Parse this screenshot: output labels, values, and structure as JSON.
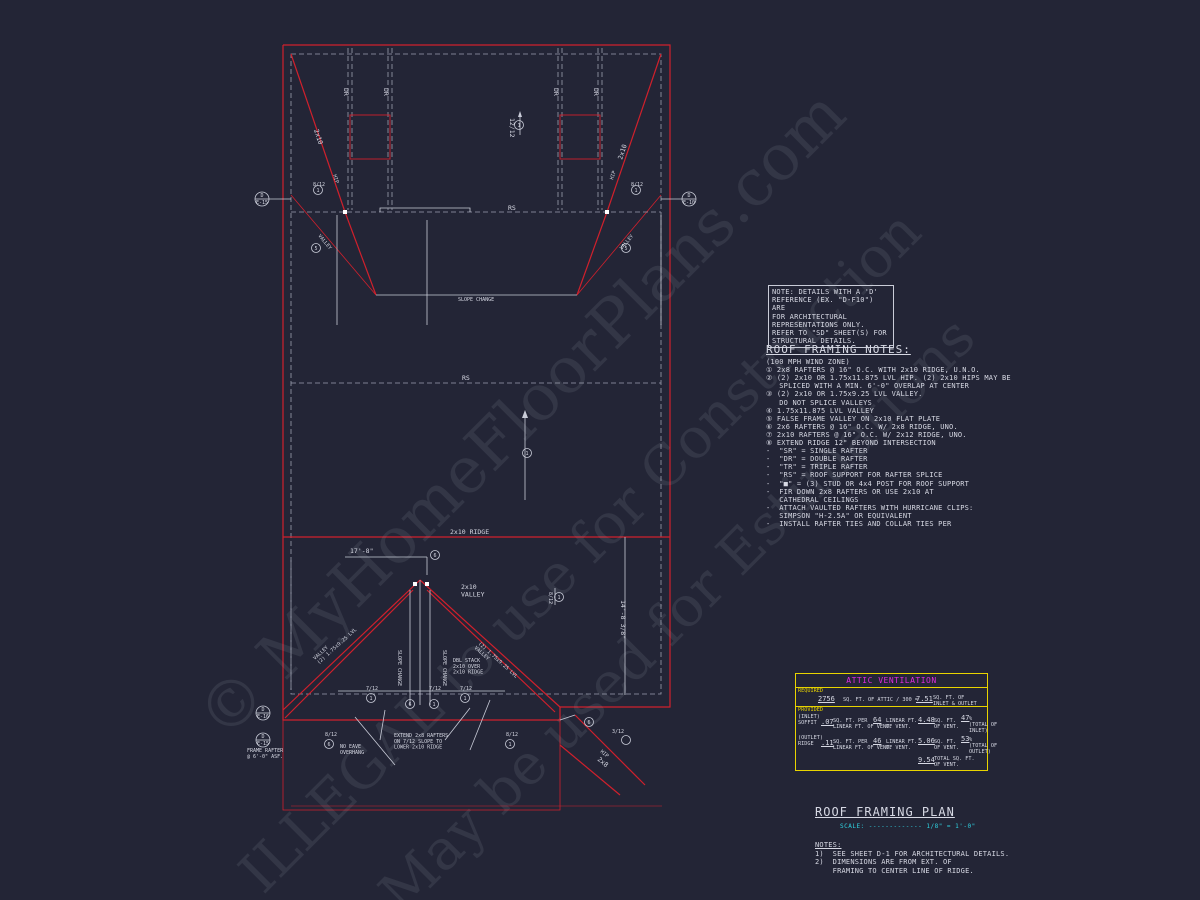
{
  "plan": {
    "member_labels": {
      "top_left_2x10": "2x10",
      "top_right_2x10": "2x10",
      "dr1": "DR",
      "dr2": "DR",
      "dr3": "DR",
      "dr4": "DR",
      "rs_upper": "RS",
      "rs_mid": "RS",
      "slope_change_upper": "SLOPE CHANGE",
      "ridge_2x10": "2x10 RIDGE",
      "valley_left": "VALLEY",
      "valley_right": "VALLEY",
      "hip_left": "HIP",
      "hip_right": "HIP",
      "dim_left": "8/12",
      "dim_right": "8/12",
      "pitch_top": "12/12",
      "pitch_mid": "8/12",
      "pitch_low_center": "8/12",
      "dim_17_8": "17'-8\"",
      "dim_14_8": "14'-8 3/8\"",
      "valley_2x10": "2x10\nVALLEY",
      "lvl_left": "VALLEY\n(2) 1.75x9.25 LVL",
      "lvl_right": "(2) 1.75x9.25 LVL\nVALLEY",
      "slope_change_a": "SLOPE CHANGE",
      "slope_change_b": "SLOPE CHANGE",
      "dbl_stack": "DBL STACK\n2x10 OVER\n2x10 RIDGE",
      "pitch_a": "7/12",
      "pitch_b": "7/12",
      "pitch_c": "7/12",
      "extend_note": "EXTEND 2x8 RAFTERS\nON 7/12 SLOPE TO\nLOWER 2x10 RIDGE",
      "no_eave": "NO EAVE\nOVERHANG",
      "frame_rafter": "FRAME RAFTER\n@ 6'-0\" ASF.",
      "pitch_d": "8/12",
      "pitch_e": "8/12",
      "pitch_f": "3/12",
      "hip_lower": "HIP",
      "lower_2x8": "2x8"
    },
    "circle_numbers": {
      "c1": "1",
      "c2": "1",
      "c3": "1",
      "c4": "5",
      "c5": "5",
      "c6": "1",
      "c7": "6",
      "c8": "1",
      "c9": "1",
      "c10": "6",
      "c11": "1",
      "c12": "1",
      "c13": "6",
      "c14": "1",
      "c15": "6"
    },
    "detail_refs": {
      "left_top": "D",
      "left_bot": "E-15",
      "right_top": "D",
      "right_bot": "E-10",
      "ll1_top": "D",
      "ll1_bot": "E-16",
      "ll2_top": "D",
      "ll2_bot": "E-15"
    }
  },
  "note_box": "NOTE: DETAILS WITH A 'D'\nREFERENCE (EX. \"D-F10\") ARE\nFOR ARCHITECTURAL\nREPRESENTATIONS ONLY.\nREFER TO \"SD\" SHEET(S) FOR\nSTRUCTURAL DETAILS.",
  "roof_framing_notes": {
    "title": "ROOF FRAMING NOTES:",
    "items": [
      "(100 MPH WIND ZONE)",
      "① 2x8 RAFTERS @ 16\" O.C. WITH 2x10 RIDGE, U.N.O.",
      "② (2) 2x10 OR 1.75x11.875 LVL HIP. (2) 2x10 HIPS MAY BE",
      "   SPLICED WITH A MIN. 6'-0\" OVERLAP AT CENTER",
      "③ (2) 2x10 OR 1.75x9.25 LVL VALLEY.",
      "   DO NOT SPLICE VALLEYS",
      "④ 1.75x11.875 LVL VALLEY",
      "⑤ FALSE FRAME VALLEY ON 2x10 FLAT PLATE",
      "⑥ 2x6 RAFTERS @ 16\" O.C. W/ 2x8 RIDGE, UNO.",
      "⑦ 2x10 RAFTERS @ 16\" O.C. W/ 2x12 RIDGE, UNO.",
      "⑧ EXTEND RIDGE 12\" BEYOND INTERSECTION",
      "-  \"SR\" = SINGLE RAFTER",
      "-  \"DR\" = DOUBLE RAFTER",
      "-  \"TR\" = TRIPLE RAFTER",
      "-  \"RS\" = ROOF SUPPORT FOR RAFTER SPLICE",
      "-  \"■\" = (3) STUD OR 4x4 POST FOR ROOF SUPPORT",
      "-  FIR DOWN 2x8 RAFTERS OR USE 2x10 AT",
      "   CATHEDRAL CEILINGS",
      "-  ATTACH VAULTED RAFTERS WITH HURRICANE CLIPS:",
      "   SIMPSON \"H-2.5A\" OR EQUIVALENT",
      "-  INSTALL RAFTER TIES AND COLLAR TIES PER"
    ]
  },
  "attic_ventilation": {
    "title": "ATTIC VENTILATION",
    "required_label": "REQUIRED",
    "required_value": "2756",
    "required_text": "SQ. FT. OF ATTIC / 300 =",
    "required_result": "7.51",
    "required_unit": "SQ. FT. OF\nINLET & OUTLET",
    "provided_label": "PROVIDED",
    "inlet_label": "(INLET)\nSOFFIT",
    "inlet_per": ".07",
    "inlet_per_text": "SQ. FT. PER\nLINEAR FT. OF VENT.",
    "inlet_len": "64",
    "inlet_len_text": "LINEAR FT.\nOF VENT.",
    "inlet_area": "4.48",
    "inlet_area_text": "SQ. FT.\nOF VENT.",
    "inlet_pct": "47",
    "inlet_pct_text": "%\n(TOTAL OF\nINLET)",
    "outlet_label": "(OUTLET)\nRIDGE",
    "outlet_per": ".11",
    "outlet_per_text": "SQ. FT. PER\nLINEAR FT. OF VENT.",
    "outlet_len": "46",
    "outlet_len_text": "LINEAR FT.\nOF VENT.",
    "outlet_area": "5.06",
    "outlet_area_text": "SQ. FT.\nOF VENT.",
    "outlet_pct": "53",
    "outlet_pct_text": "%\n(TOTAL OF\nOUTLET)",
    "total_value": "9.54",
    "total_text": "TOTAL SQ. FT.\nOF VENT."
  },
  "title_block": {
    "title": "ROOF FRAMING PLAN",
    "scale": "SCALE: ------------- 1/8\" = 1'-0\"",
    "notes_title": "NOTES:",
    "notes": [
      "1)  SEE SHEET D-1 FOR ARCHITECTURAL DETAILS.",
      "2)  DIMENSIONS ARE FROM EXT. OF",
      "    FRAMING TO CENTER LINE OF RIDGE."
    ]
  },
  "watermark": {
    "line1": "© MyHomeFloorPlans.com",
    "line2": "ILLEGAL to use for Construction",
    "line3": "May be used for Estimations"
  },
  "colors": {
    "background": "#232536",
    "roof_edge": "#d0202c",
    "linework": "#d7d9e4",
    "attic_border": "#e8d400",
    "attic_title": "#e02ce0",
    "scale_text": "#2fd1e0"
  }
}
